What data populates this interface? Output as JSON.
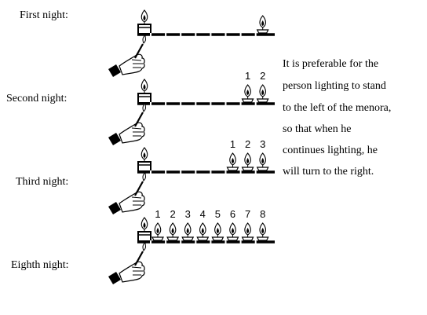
{
  "night_labels": {
    "first": "First night:",
    "second": "Second night:",
    "third": "Third night:",
    "eighth": "Eighth night:"
  },
  "note_lines": [
    "It is preferable for the",
    "person lighting to stand",
    "to the left of the menora,",
    "so that when he",
    "continues lighting, he",
    "will turn to the right."
  ],
  "rows": [
    {
      "name": "first",
      "lit": [
        8
      ],
      "numbers": []
    },
    {
      "name": "second",
      "lit": [
        7,
        8
      ],
      "numbers": [
        "1",
        "2"
      ]
    },
    {
      "name": "third",
      "lit": [
        6,
        7,
        8
      ],
      "numbers": [
        "1",
        "2",
        "3"
      ]
    },
    {
      "name": "eighth",
      "lit": [
        1,
        2,
        3,
        4,
        5,
        6,
        7,
        8
      ],
      "numbers": [
        "1",
        "2",
        "3",
        "4",
        "5",
        "6",
        "7",
        "8"
      ]
    }
  ],
  "icons": [
    "menorah-icon",
    "shamash-candle-icon",
    "candle-flame-icon",
    "hand-holding-candle-icon"
  ]
}
